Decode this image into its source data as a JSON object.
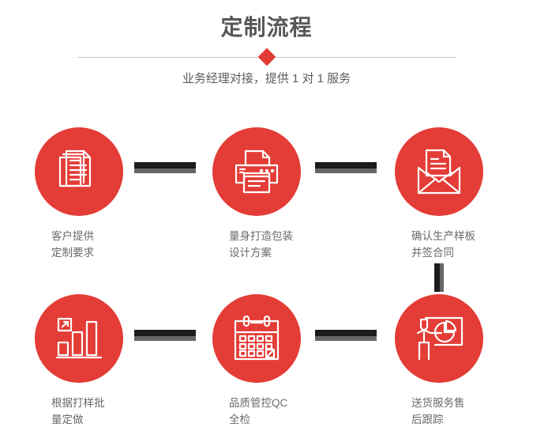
{
  "header": {
    "title": "定制流程",
    "subtitle": "业务经理对接，提供 1 对 1 服务",
    "divider_icon": "diamond-marker",
    "accent_color": "#e23b35"
  },
  "theme": {
    "circle_color": "#e43c36",
    "connector_dark": "#1c1c1c",
    "connector_gray": "#666666",
    "title_color": "#585858",
    "label_color": "#6a6a6a",
    "divider_color": "#c9c9c9"
  },
  "flow": {
    "steps": [
      {
        "index": 1,
        "icon": "documents-stack-icon",
        "label": "客户提供\n定制要求"
      },
      {
        "index": 2,
        "icon": "printer-icon",
        "label": "量身打造包装\n设计方案"
      },
      {
        "index": 3,
        "icon": "envelope-document-icon",
        "label": "确认生产样板\n并签合同"
      },
      {
        "index": 4,
        "icon": "bar-chart-growth-icon",
        "label": "根据打样批\n量定做"
      },
      {
        "index": 5,
        "icon": "calendar-check-icon",
        "label": "品质管控QC\n全检"
      },
      {
        "index": 6,
        "icon": "presenter-pie-chart-icon",
        "label": "送货服务售\n后跟踪"
      }
    ],
    "connectors": [
      {
        "id": "c1",
        "orientation": "horizontal",
        "from": 1,
        "to": 2
      },
      {
        "id": "c2",
        "orientation": "horizontal",
        "from": 2,
        "to": 3
      },
      {
        "id": "c3",
        "orientation": "vertical",
        "from": 3,
        "to": 6
      },
      {
        "id": "c4",
        "orientation": "horizontal",
        "from": 4,
        "to": 5
      },
      {
        "id": "c5",
        "orientation": "horizontal",
        "from": 5,
        "to": 6
      }
    ]
  }
}
